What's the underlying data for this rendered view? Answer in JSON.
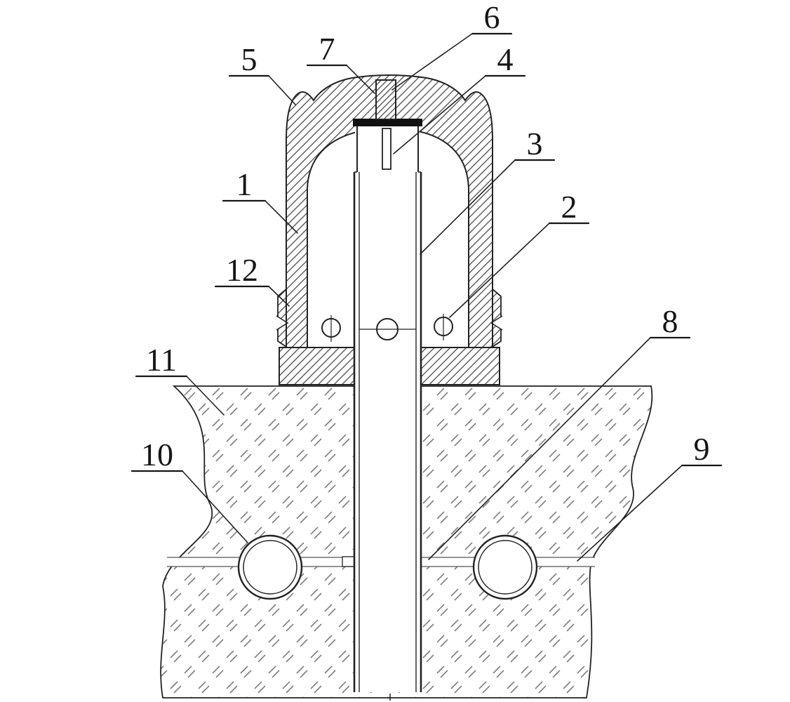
{
  "figure": {
    "type": "patent-cross-section-drawing",
    "colors": {
      "background": "#ffffff",
      "line": "#222222",
      "cap_bar_fill": "#111111",
      "hatch": "#4a4a4a",
      "ground_marks": "#808080"
    },
    "callouts": [
      {
        "number": "1"
      },
      {
        "number": "2"
      },
      {
        "number": "3"
      },
      {
        "number": "4"
      },
      {
        "number": "5"
      },
      {
        "number": "6"
      },
      {
        "number": "7"
      },
      {
        "number": "8"
      },
      {
        "number": "9"
      },
      {
        "number": "10"
      },
      {
        "number": "11"
      },
      {
        "number": "12"
      }
    ]
  }
}
